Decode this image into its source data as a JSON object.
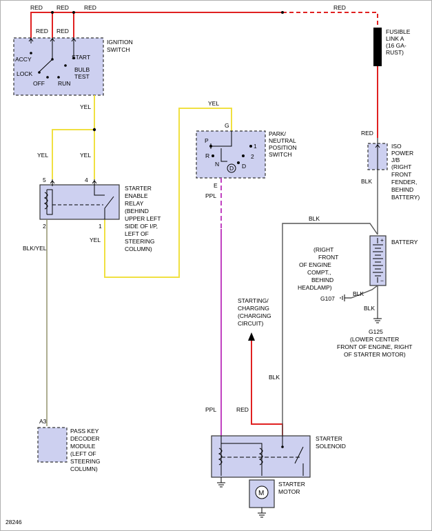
{
  "wire_colors": {
    "red": "#e02020",
    "yellow": "#f0e040",
    "black": "#555555",
    "purple": "#c040c0",
    "olive": "#8a8a60",
    "component_fill": "#cdd0f0"
  },
  "wires": {
    "red_top_1": "RED",
    "red_top_2": "RED",
    "red_top_3": "RED",
    "red_top_right": "RED",
    "red_sw_1": "RED",
    "red_sw_2": "RED",
    "red_fuse": "RED",
    "red_solenoid": "RED",
    "yel_switch": "YEL",
    "yel_left": "YEL",
    "yel_mid": "YEL",
    "yel_relay1": "YEL",
    "yel_top": "YEL",
    "blk_iso": "BLK",
    "blk_battery": "BLK",
    "blk_g107": "BLK",
    "blk_g125": "BLK",
    "blk_solenoid": "BLK",
    "blk_yel": "BLK/YEL",
    "ppl_top": "PPL",
    "ppl_bottom": "PPL"
  },
  "ignition_switch": {
    "title_1": "IGNITION",
    "title_2": "SWITCH",
    "accy": "ACCY",
    "lock": "LOCK",
    "off": "OFF",
    "run": "RUN",
    "start": "START",
    "bulb_1": "BULB",
    "bulb_2": "TEST"
  },
  "fusible_link": {
    "l1": "FUSIBLE",
    "l2": "LINK A",
    "l3": "(16 GA-",
    "l4": "RUST)"
  },
  "iso_power": {
    "l1": "ISO",
    "l2": "POWER",
    "l3": "J/B",
    "l4": "(RIGHT",
    "l5": "FRONT",
    "l6": "FENDER,",
    "l7": "BEHIND",
    "l8": "BATTERY)"
  },
  "park_neutral": {
    "l1": "PARK/",
    "l2": "NEUTRAL",
    "l3": "POSITION",
    "l4": "SWITCH",
    "g": "G",
    "e": "E",
    "p": "P",
    "r": "R",
    "n": "N",
    "d": "D",
    "one": "1",
    "two": "2"
  },
  "relay": {
    "l1": "STARTER",
    "l2": "ENABLE",
    "l3": "RELAY",
    "l4": "(BEHIND",
    "l5": "UPPER LEFT",
    "l6": "SIDE OF I/P,",
    "l7": "LEFT OF",
    "l8": "STEERING",
    "l9": "COLUMN)",
    "p5": "5",
    "p4": "4",
    "p2": "2",
    "p1": "1"
  },
  "battery": {
    "label": "BATTERY",
    "plus": "+",
    "minus": "−"
  },
  "g107": {
    "l1": "(RIGHT",
    "l2": "FRONT",
    "l3": "OF ENGINE",
    "l4": "COMPT.,",
    "l5": "BEHIND",
    "l6": "HEADLAMP)",
    "name": "G107"
  },
  "g125": {
    "name": "G125",
    "l1": "(LOWER CENTER",
    "l2": "FRONT OF ENGINE, RIGHT",
    "l3": "OF STARTER MOTOR)"
  },
  "starting": {
    "l1": "STARTING/",
    "l2": "CHARGING",
    "l3": "(CHARGING",
    "l4": "CIRCUIT)"
  },
  "pass_key": {
    "pin": "A3",
    "l1": "PASS KEY",
    "l2": "DECODER",
    "l3": "MODULE",
    "l4": "(LEFT OF",
    "l5": "STEERING",
    "l6": "COLUMN)"
  },
  "solenoid": {
    "l1": "STARTER",
    "l2": "SOLENOID"
  },
  "motor": {
    "l1": "STARTER",
    "l2": "MOTOR",
    "symbol": "M"
  },
  "figure_id": "28246"
}
